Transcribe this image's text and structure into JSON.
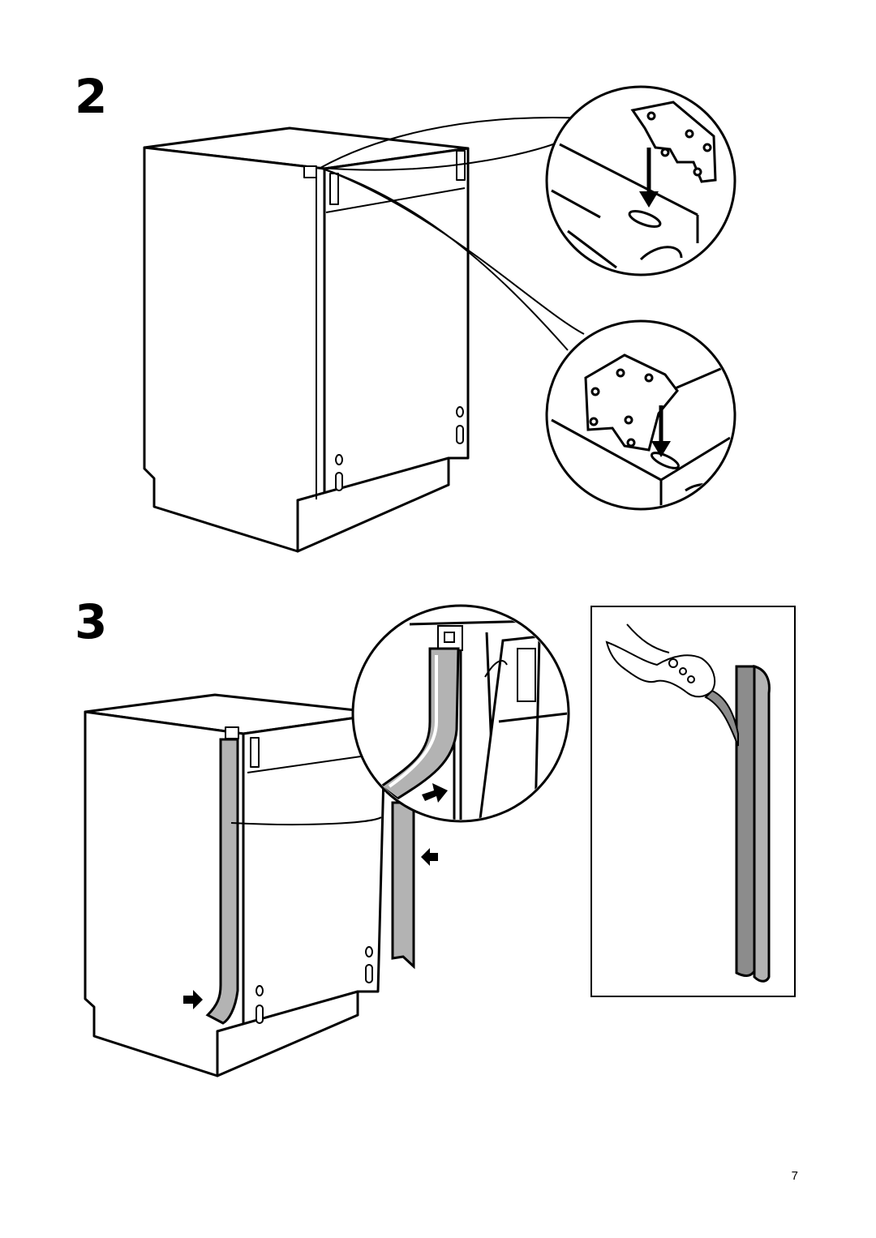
{
  "page": {
    "steps": [
      {
        "number": "2"
      },
      {
        "number": "3"
      }
    ],
    "page_number": "7"
  },
  "colors": {
    "line": "#000000",
    "background": "#ffffff",
    "strip_fill": "#b3b3b3",
    "strip_fill_dark": "#8c8c8c"
  }
}
